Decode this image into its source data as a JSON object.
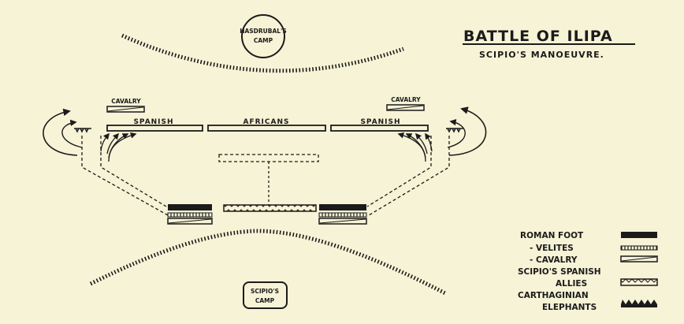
{
  "title": "BATTLE OF ILIPA",
  "subtitle": "SCIPIO'S MANOEUVRE.",
  "camps": {
    "hasdrubal_line1": "HASDRUBAL'S",
    "hasdrubal_line2": "CAMP",
    "scipio_line1": "SCIPIO'S",
    "scipio_line2": "CAMP"
  },
  "carthaginian_line": {
    "cavalry_left": "CAVALRY",
    "cavalry_right": "CAVALRY",
    "spanish_left": "SPANISH",
    "africans": "AFRICANS",
    "spanish_right": "SPANISH"
  },
  "legend": {
    "roman_foot": "ROMAN FOOT",
    "velites": "- VELITES",
    "cavalry": "- CAVALRY",
    "spanish_allies_line1": "SCIPIO'S SPANISH",
    "spanish_allies_line2": "ALLIES",
    "elephants_line1": "CARTHAGINIAN",
    "elephants_line2": "ELEPHANTS"
  }
}
